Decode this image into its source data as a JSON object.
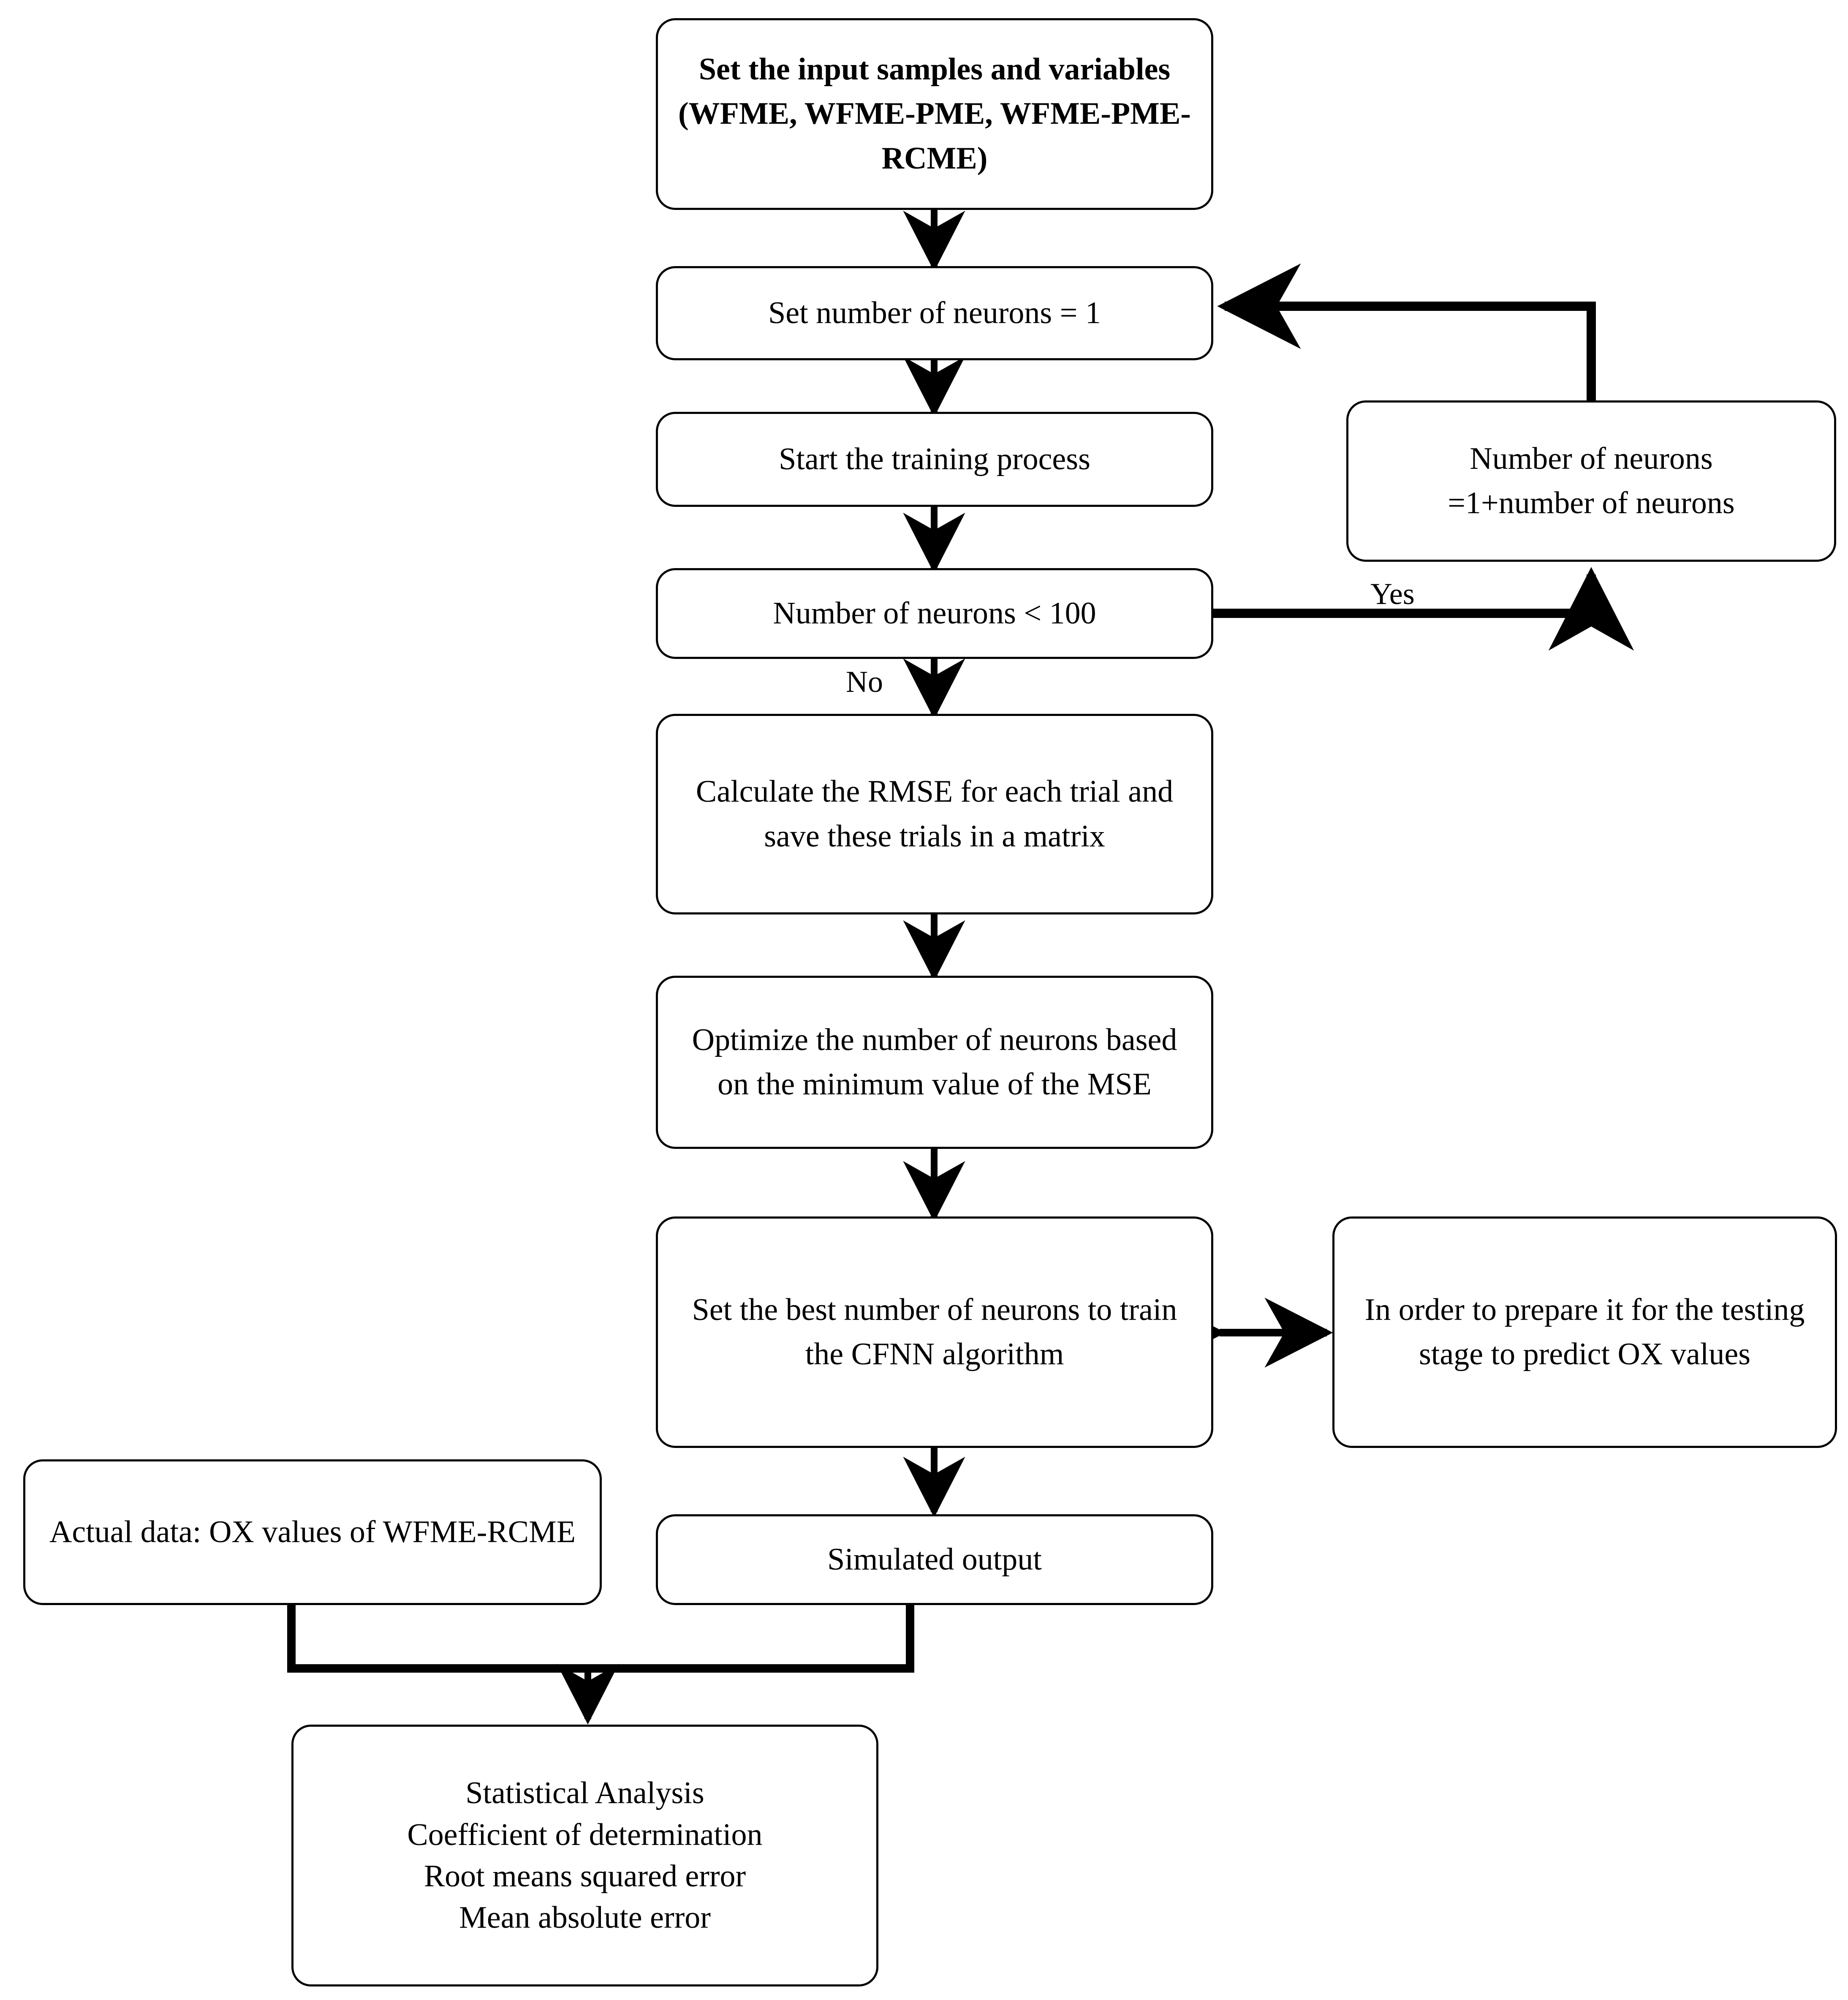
{
  "diagram": {
    "title": "CFNN neuron-optimization training and evaluation flowchart",
    "style": {
      "line_color": "#000000",
      "box_fill": "#ffffff",
      "text_color": "#000000",
      "background": "#ffffff"
    },
    "nodes": [
      {
        "id": "input-samples",
        "name": "node-set-input-samples",
        "text": "Set the input samples and variables (WFME, WFME-PME, WFME-PME-RCME)",
        "bold": true
      },
      {
        "id": "set-neurons",
        "name": "node-set-number-of-neurons",
        "text": "Set number of neurons = 1",
        "bold": false
      },
      {
        "id": "start-training",
        "name": "node-start-training-process",
        "text": "Start the training process",
        "bold": false
      },
      {
        "id": "neurons-check",
        "name": "node-neurons-less-than-100",
        "text": "Number of neurons < 100",
        "bold": false
      },
      {
        "id": "increment-neurons",
        "name": "node-increment-number-of-neurons",
        "text": "Number of neurons\n=1+number of neurons",
        "bold": false
      },
      {
        "id": "calc-rmse",
        "name": "node-calculate-rmse",
        "text": "Calculate the RMSE for each trial and save these trials in a matrix",
        "bold": false
      },
      {
        "id": "optimize-neurons",
        "name": "node-optimize-neurons",
        "text": "Optimize the number of neurons based on the minimum value of the MSE",
        "bold": false
      },
      {
        "id": "best-neurons",
        "name": "node-set-best-number-of-neurons",
        "text": "Set the best number of neurons to train the CFNN algorithm",
        "bold": false
      },
      {
        "id": "prepare-testing",
        "name": "node-prepare-for-testing-stage",
        "text": "In order to prepare it for the testing stage to predict OX values",
        "bold": false
      },
      {
        "id": "actual-data",
        "name": "node-actual-data",
        "text": "Actual data: OX values of WFME-RCME",
        "bold": false
      },
      {
        "id": "simulated-output",
        "name": "node-simulated-output",
        "text": "Simulated output",
        "bold": false
      },
      {
        "id": "statistical-analysis",
        "name": "node-statistical-analysis",
        "text": "Statistical Analysis\nCoefficient of determination\nRoot means squared error\nMean absolute error",
        "bold": false
      }
    ],
    "edge_labels": [
      {
        "id": "yes",
        "name": "edge-label-yes",
        "text": "Yes"
      },
      {
        "id": "no",
        "name": "edge-label-no",
        "text": "No"
      }
    ]
  }
}
